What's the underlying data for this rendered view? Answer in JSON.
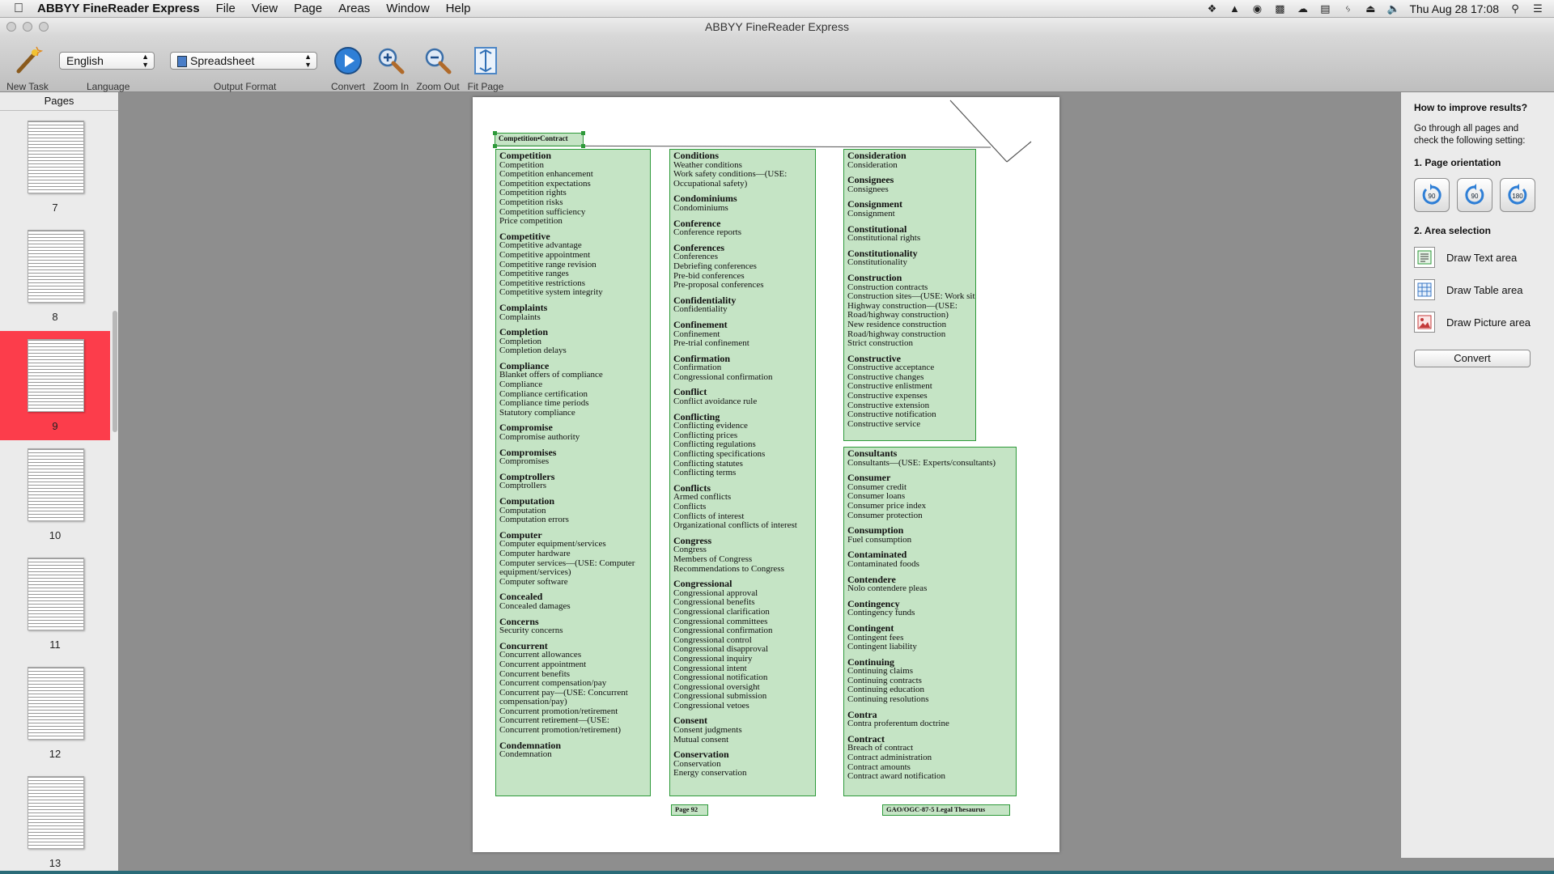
{
  "menubar": {
    "app_name": "ABBYY FineReader Express",
    "menus": [
      "File",
      "View",
      "Page",
      "Areas",
      "Window",
      "Help"
    ],
    "clock": "Thu Aug 28  17:08"
  },
  "window": {
    "title": "ABBYY FineReader Express"
  },
  "toolbar": {
    "new_task": "New Task",
    "language_label": "Language",
    "language_value": "English",
    "output_format_label": "Output Format",
    "output_format_value": "Spreadsheet",
    "convert": "Convert",
    "zoom_in": "Zoom In",
    "zoom_out": "Zoom Out",
    "fit_page": "Fit Page"
  },
  "pages_panel": {
    "title": "Pages",
    "pages": [
      "7",
      "8",
      "9",
      "10",
      "11",
      "12",
      "13"
    ],
    "selected": "9"
  },
  "document": {
    "header_zone": "Competition•Contract",
    "footer_page": "Page 92",
    "footer_title": "GAO/OGC-87-5 Legal Thesaurus",
    "column1": [
      {
        "head": "Competition",
        "items": [
          "Competition",
          "Competition enhancement",
          "Competition expectations",
          "Competition rights",
          "Competition risks",
          "Competition sufficiency",
          "Price competition"
        ]
      },
      {
        "head": "Competitive",
        "items": [
          "Competitive advantage",
          "Competitive appointment",
          "Competitive range revision",
          "Competitive ranges",
          "Competitive restrictions",
          "Competitive system integrity"
        ]
      },
      {
        "head": "Complaints",
        "items": [
          "Complaints"
        ]
      },
      {
        "head": "Completion",
        "items": [
          "Completion",
          "Completion delays"
        ]
      },
      {
        "head": "Compliance",
        "items": [
          "Blanket offers of compliance",
          "Compliance",
          "Compliance certification",
          "Compliance time periods",
          "Statutory compliance"
        ]
      },
      {
        "head": "Compromise",
        "items": [
          "Compromise authority"
        ]
      },
      {
        "head": "Compromises",
        "items": [
          "Compromises"
        ]
      },
      {
        "head": "Comptrollers",
        "items": [
          "Comptrollers"
        ]
      },
      {
        "head": "Computation",
        "items": [
          "Computation",
          "Computation errors"
        ]
      },
      {
        "head": "Computer",
        "items": [
          "Computer equipment/services",
          "Computer hardware",
          "Computer services—(USE: Computer",
          "equipment/services)",
          "Computer software"
        ]
      },
      {
        "head": "Concealed",
        "items": [
          "Concealed damages"
        ]
      },
      {
        "head": "Concerns",
        "items": [
          "Security concerns"
        ]
      },
      {
        "head": "Concurrent",
        "items": [
          "Concurrent allowances",
          "Concurrent appointment",
          "Concurrent benefits",
          "Concurrent compensation/pay",
          "Concurrent pay—(USE: Concurrent",
          "compensation/pay)",
          "Concurrent promotion/retirement",
          "Concurrent retirement—(USE:",
          "Concurrent promotion/retirement)"
        ]
      },
      {
        "head": "Condemnation",
        "items": [
          "Condemnation"
        ]
      }
    ],
    "column2": [
      {
        "head": "Conditions",
        "items": [
          "Weather conditions",
          "Work safety conditions—(USE:",
          "Occupational safety)"
        ]
      },
      {
        "head": "Condominiums",
        "items": [
          "Condominiums"
        ]
      },
      {
        "head": "Conference",
        "items": [
          "Conference reports"
        ]
      },
      {
        "head": "Conferences",
        "items": [
          "Conferences",
          "Debriefing conferences",
          "Pre-bid conferences",
          "Pre-proposal conferences"
        ]
      },
      {
        "head": "Confidentiality",
        "items": [
          "Confidentiality"
        ]
      },
      {
        "head": "Confinement",
        "items": [
          "Confinement",
          "Pre-trial confinement"
        ]
      },
      {
        "head": "Confirmation",
        "items": [
          "Confirmation",
          "Congressional confirmation"
        ]
      },
      {
        "head": "Conflict",
        "items": [
          "Conflict avoidance rule"
        ]
      },
      {
        "head": "Conflicting",
        "items": [
          "Conflicting evidence",
          "Conflicting prices",
          "Conflicting regulations",
          "Conflicting specifications",
          "Conflicting statutes",
          "Conflicting terms"
        ]
      },
      {
        "head": "Conflicts",
        "items": [
          "Armed conflicts",
          "Conflicts",
          "Conflicts of interest",
          "Organizational conflicts of interest"
        ]
      },
      {
        "head": "Congress",
        "items": [
          "Congress",
          "Members of Congress",
          "Recommendations to Congress"
        ]
      },
      {
        "head": "Congressional",
        "items": [
          "Congressional approval",
          "Congressional benefits",
          "Congressional clarification",
          "Congressional committees",
          "Congressional confirmation",
          "Congressional control",
          "Congressional disapproval",
          "Congressional inquiry",
          "Congressional intent",
          "Congressional notification",
          "Congressional oversight",
          "Congressional submission",
          "Congressional vetoes"
        ]
      },
      {
        "head": "Consent",
        "items": [
          "Consent judgments",
          "Mutual consent"
        ]
      },
      {
        "head": "Conservation",
        "items": [
          "Conservation",
          "Energy conservation"
        ]
      }
    ],
    "column3a": [
      {
        "head": "Consideration",
        "items": [
          "Consideration"
        ]
      },
      {
        "head": "Consignees",
        "items": [
          "Consignees"
        ]
      },
      {
        "head": "Consignment",
        "items": [
          "Consignment"
        ]
      },
      {
        "head": "Constitutional",
        "items": [
          "Constitutional rights"
        ]
      },
      {
        "head": "Constitutionality",
        "items": [
          "Constitutionality"
        ]
      },
      {
        "head": "Construction",
        "items": [
          "Construction contracts",
          "Construction sites—(USE: Work sites)",
          "Highway construction—(USE:",
          "Road/highway construction)",
          "New residence construction",
          "Road/highway construction",
          "Strict construction"
        ]
      },
      {
        "head": "Constructive",
        "items": [
          "Constructive acceptance",
          "Constructive changes",
          "Constructive enlistment",
          "Constructive expenses",
          "Constructive extension",
          "Constructive notification",
          "Constructive service"
        ]
      }
    ],
    "column3b": [
      {
        "head": "Consultants",
        "items": [
          "Consultants—(USE: Experts/consultants)"
        ]
      },
      {
        "head": "Consumer",
        "items": [
          "Consumer credit",
          "Consumer loans",
          "Consumer price index",
          "Consumer protection"
        ]
      },
      {
        "head": "Consumption",
        "items": [
          "Fuel consumption"
        ]
      },
      {
        "head": "Contaminated",
        "items": [
          "Contaminated foods"
        ]
      },
      {
        "head": "Contendere",
        "items": [
          "Nolo contendere pleas"
        ]
      },
      {
        "head": "Contingency",
        "items": [
          "Contingency funds"
        ]
      },
      {
        "head": "Contingent",
        "items": [
          "Contingent fees",
          "Contingent liability"
        ]
      },
      {
        "head": "Continuing",
        "items": [
          "Continuing claims",
          "Continuing contracts",
          "Continuing education",
          "Continuing resolutions"
        ]
      },
      {
        "head": "Contra",
        "items": [
          "Contra proferentum doctrine"
        ]
      },
      {
        "head": "Contract",
        "items": [
          "Breach of contract",
          "Contract administration",
          "Contract amounts",
          "Contract award notification"
        ]
      }
    ]
  },
  "right_panel": {
    "heading": "How to improve results?",
    "intro": "Go through all pages and check the following setting:",
    "section1": "1. Page orientation",
    "rotations": [
      "90",
      "90",
      "180"
    ],
    "section2": "2. Area selection",
    "draw_text": "Draw Text area",
    "draw_table": "Draw Table area",
    "draw_picture": "Draw Picture area",
    "convert": "Convert"
  }
}
